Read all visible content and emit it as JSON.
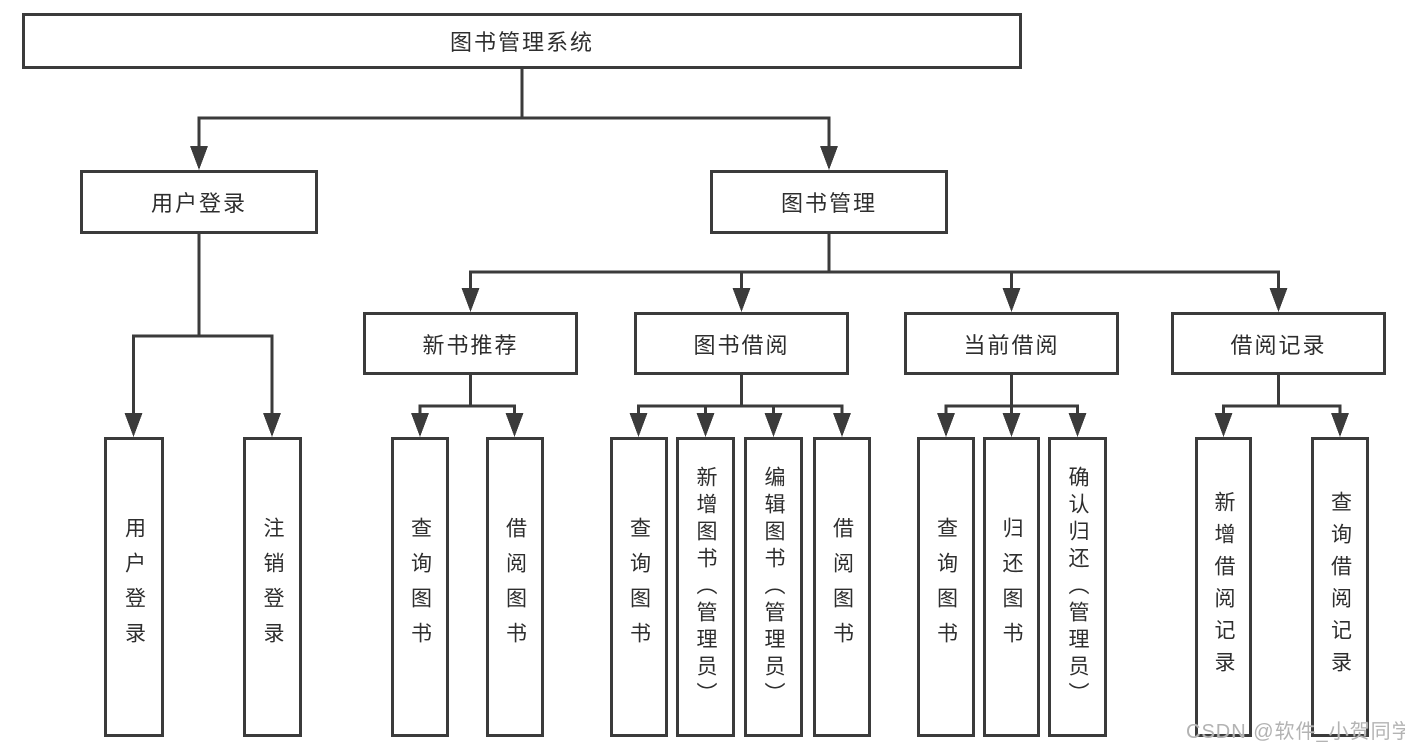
{
  "diagram": {
    "title": "图书管理系统",
    "level2": {
      "user_login": "用户登录",
      "book_mgmt": "图书管理"
    },
    "level3": {
      "new_book": "新书推荐",
      "book_borrow": "图书借阅",
      "current_borrow": "当前借阅",
      "borrow_record": "借阅记录"
    },
    "leaves": {
      "user_login": "用户登录",
      "logout": "注销登录",
      "query_book_newbook": "查询图书",
      "borrow_book_newbook": "借阅图书",
      "query_book_borrow": "查询图书",
      "add_book_admin": "新增图书（管理员）",
      "edit_book_admin": "编辑图书（管理员）",
      "borrow_book_borrow": "借阅图书",
      "query_book_current": "查询图书",
      "return_book": "归还图书",
      "confirm_return_admin": "确认归还（管理员）",
      "add_borrow_record": "新增借阅记录",
      "query_borrow_record": "查询借阅记录"
    }
  },
  "watermark": {
    "text": "CSDN @软件_小贺同学"
  },
  "colors": {
    "line": "#3b3b3b",
    "text": "#2e2e2e",
    "watermark": "#b3b3b3",
    "background": "#ffffff"
  }
}
